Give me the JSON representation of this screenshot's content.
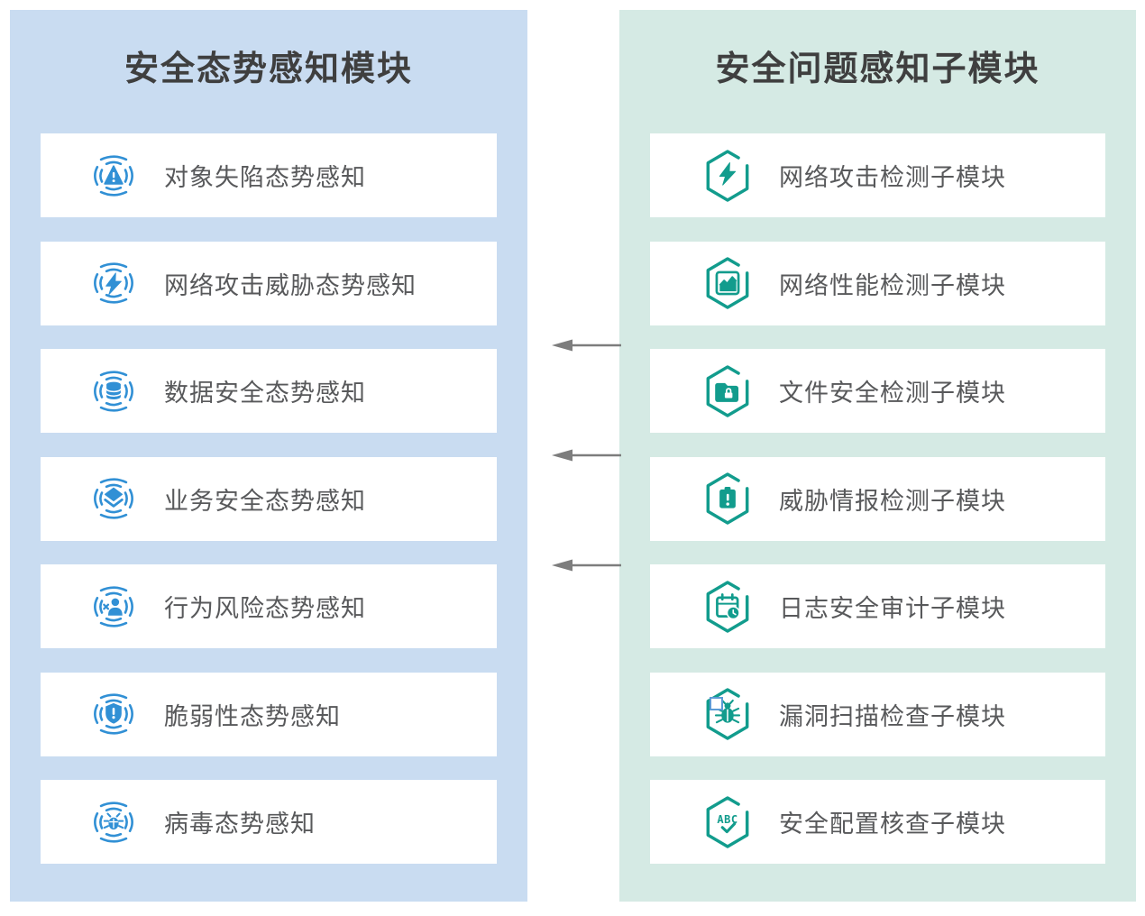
{
  "left_panel": {
    "title": "安全态势感知模块",
    "bg": "#c9dcf1",
    "icon_color": "#3190d5",
    "items": [
      {
        "label": "对象失陷态势感知",
        "icon": "compromise-awareness"
      },
      {
        "label": "网络攻击威胁态势感知",
        "icon": "network-attack-threat"
      },
      {
        "label": "数据安全态势感知",
        "icon": "data-security"
      },
      {
        "label": "业务安全态势感知",
        "icon": "business-security"
      },
      {
        "label": "行为风险态势感知",
        "icon": "behavior-risk"
      },
      {
        "label": "脆弱性态势感知",
        "icon": "vulnerability"
      },
      {
        "label": "病毒态势感知",
        "icon": "virus"
      }
    ]
  },
  "right_panel": {
    "title": "安全问题感知子模块",
    "bg": "#d5eae4",
    "icon_color": "#129c8d",
    "items": [
      {
        "label": "网络攻击检测子模块",
        "icon": "network-attack-detect"
      },
      {
        "label": "网络性能检测子模块",
        "icon": "network-performance"
      },
      {
        "label": "文件安全检测子模块",
        "icon": "file-security"
      },
      {
        "label": "威胁情报检测子模块",
        "icon": "threat-intel"
      },
      {
        "label": "日志安全审计子模块",
        "icon": "log-audit"
      },
      {
        "label": "漏洞扫描检查子模块",
        "icon": "vuln-scan"
      },
      {
        "label": "安全配置核查子模块",
        "icon": "config-check"
      }
    ]
  },
  "connector_arrows": {
    "count": 3,
    "direction": "right-to-left",
    "color": "#7d7d7d"
  },
  "artifact": {
    "type": "selection-handle",
    "color": "#5b9bd5"
  }
}
